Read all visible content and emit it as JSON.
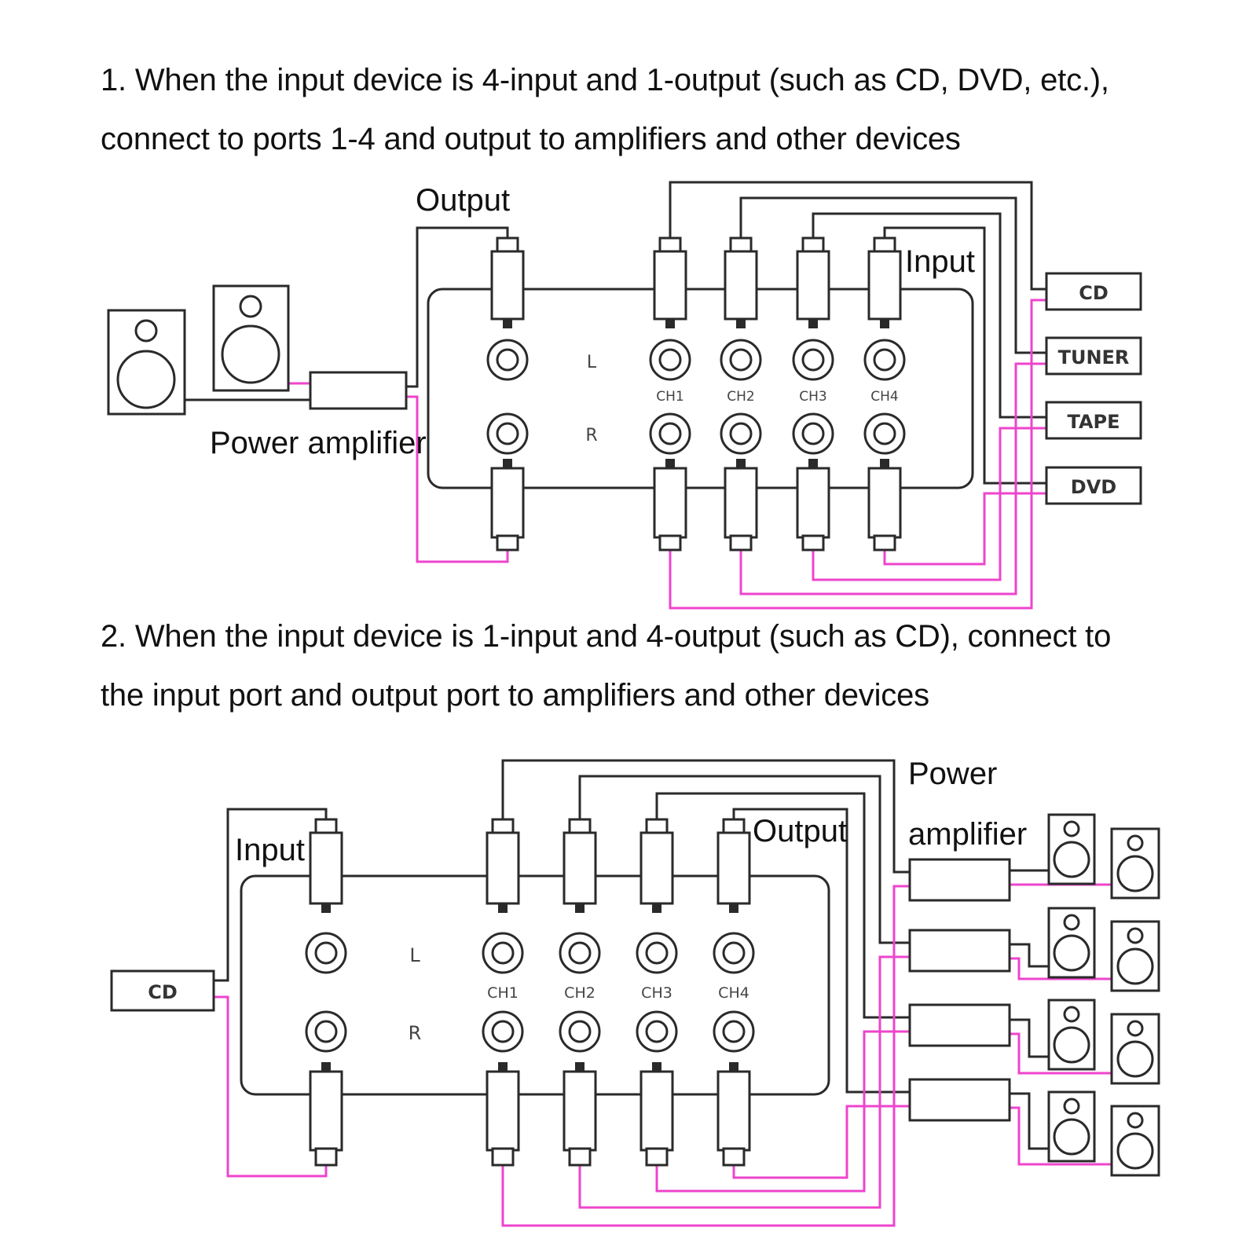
{
  "captions": {
    "c1_line1": "1. When the input device is 4-input and 1-output (such as CD, DVD, etc.),",
    "c1_line2": "connect to ports 1-4 and output to amplifiers and other devices",
    "c2_line1": "2. When the input device is 1-input and 4-output (such as CD), connect to",
    "c2_line2": "the input port and output port to amplifiers and other devices"
  },
  "diagram1": {
    "output_label": "Output",
    "input_label": "Input",
    "power_amplifier_label": "Power amplifier",
    "row_left": "L",
    "row_right": "R",
    "channels": [
      "CH1",
      "CH2",
      "CH3",
      "CH4"
    ],
    "devices": [
      "CD",
      "TUNER",
      "TAPE",
      "DVD"
    ]
  },
  "diagram2": {
    "input_label": "Input",
    "output_label": "Output",
    "power_label": "Power",
    "amplifier_label": "amplifier",
    "row_left": "L",
    "row_right": "R",
    "channels": [
      "CH1",
      "CH2",
      "CH3",
      "CH4"
    ],
    "source": "CD"
  },
  "colors": {
    "wire_left": "#2a2a2a",
    "wire_right": "#ee44cc"
  }
}
